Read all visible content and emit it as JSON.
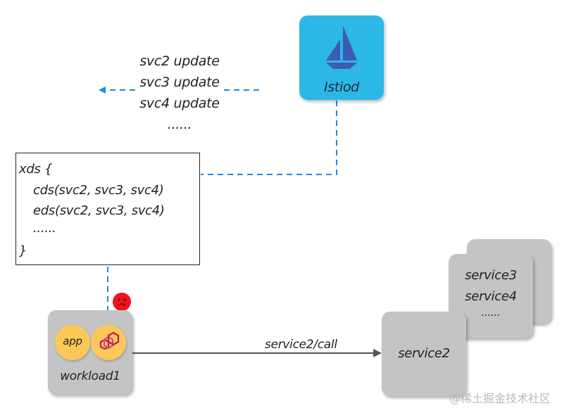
{
  "istiod": {
    "label": "Istiod",
    "icon": "sailboat-icon"
  },
  "updates": {
    "lines": [
      "svc2 update",
      "svc3 update",
      "svc4 update",
      "......"
    ]
  },
  "xds": {
    "lines": [
      "xds {",
      "cds(svc2, svc3, svc4)",
      "eds(svc2, svc3, svc4)",
      "......",
      "}"
    ]
  },
  "workload": {
    "label": "workload1",
    "app_label": "app",
    "sidecar_icon": "envoy-icon",
    "status_icon": "sad-face-icon"
  },
  "call": {
    "label": "service2/call"
  },
  "services": {
    "front": "service2",
    "stack": [
      "service3",
      "service4",
      "......"
    ]
  },
  "colors": {
    "istiod_bg": "#2bb8e6",
    "dash_blue": "#1e88e5",
    "box_gray": "#c4c4c4",
    "circle_yellow": "#fbc859",
    "envoy_pink": "#c2185b",
    "sad_red": "#f0141e"
  },
  "watermark": "@稀土掘金技术社区"
}
